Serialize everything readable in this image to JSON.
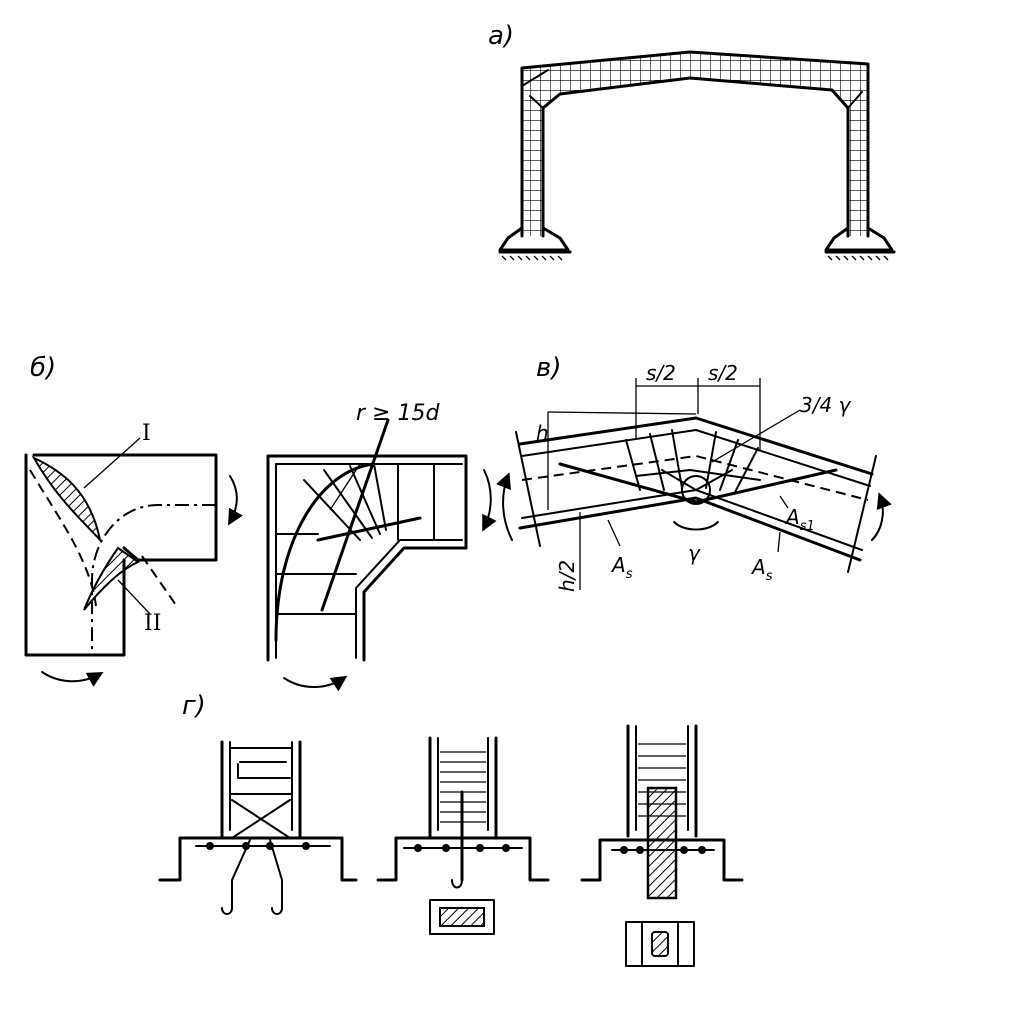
{
  "labels": {
    "a": "а)",
    "b": "б)",
    "v": "в)",
    "g": "г)"
  },
  "fig_b": {
    "zone_1": "I",
    "zone_2": "II",
    "radius": "r ≥ 15d"
  },
  "fig_v": {
    "h": "h",
    "h_half": "h/2",
    "s_half_left": "s/2",
    "s_half_right": "s/2",
    "angle_frac": "3/4 γ",
    "angle": "γ",
    "as_left": "A",
    "as_left_sub": "s",
    "as_right": "A",
    "as_right_sub": "s",
    "as1": "A",
    "as1_sub": "s1"
  }
}
